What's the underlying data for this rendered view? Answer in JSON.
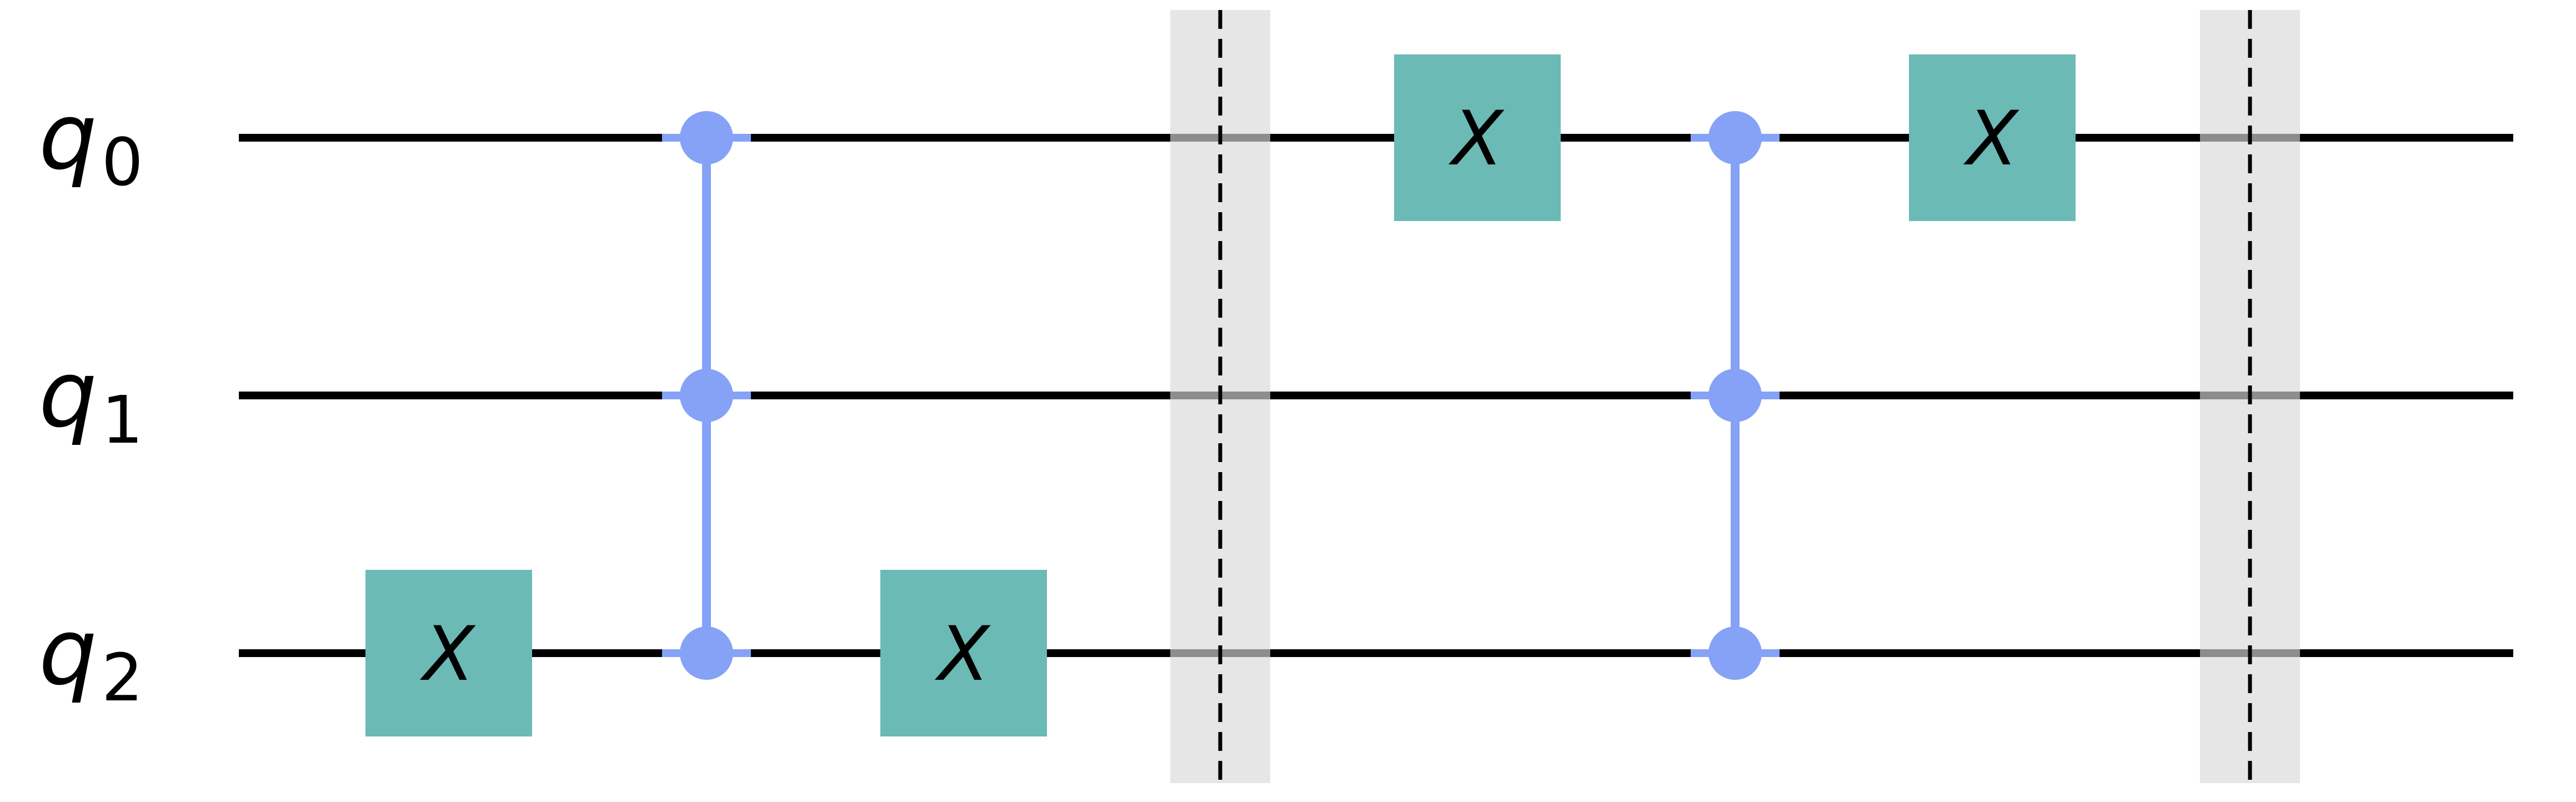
{
  "circuit": {
    "qubits": [
      {
        "name": "q",
        "index": "0"
      },
      {
        "name": "q",
        "index": "1"
      },
      {
        "name": "q",
        "index": "2"
      }
    ],
    "operations": [
      {
        "type": "gate",
        "label": "X",
        "qubit": 2,
        "column": 1
      },
      {
        "type": "multi-control",
        "qubits": [
          0,
          1,
          2
        ],
        "column": 2
      },
      {
        "type": "gate",
        "label": "X",
        "qubit": 2,
        "column": 3
      },
      {
        "type": "barrier",
        "qubits": [
          0,
          1,
          2
        ],
        "column": 4
      },
      {
        "type": "gate",
        "label": "X",
        "qubit": 0,
        "column": 5
      },
      {
        "type": "multi-control",
        "qubits": [
          0,
          1,
          2
        ],
        "column": 6
      },
      {
        "type": "gate",
        "label": "X",
        "qubit": 0,
        "column": 7
      },
      {
        "type": "barrier",
        "qubits": [
          0,
          1,
          2
        ],
        "column": 8
      }
    ]
  },
  "colors": {
    "gate_fill": "#6bbab5",
    "control": "#85a2f6",
    "barrier_band": "#d9d9d9",
    "wire": "#000000"
  }
}
